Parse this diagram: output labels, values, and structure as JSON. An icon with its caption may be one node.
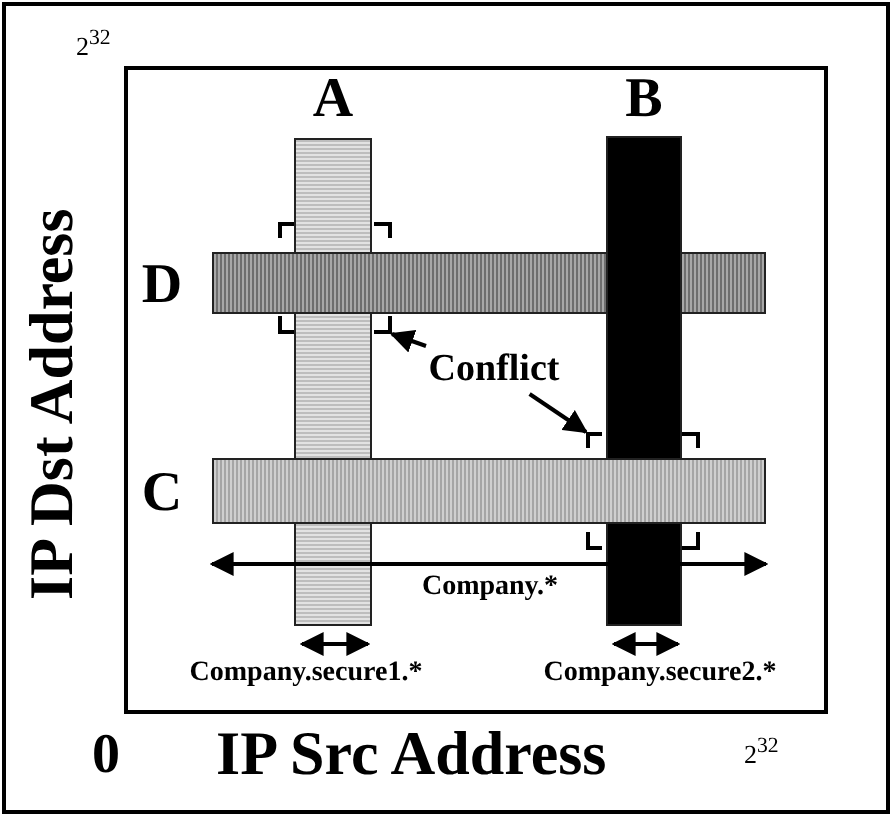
{
  "diagram": {
    "nodes": [
      {
        "text": [
          "A"
        ]
      },
      {
        "text": [
          "B"
        ]
      },
      {
        "text": [
          "D"
        ]
      },
      {
        "text": [
          "Conflict"
        ]
      },
      {
        "text": [],
        "shape": "box"
      },
      {
        "text": [],
        "shape": "box"
      },
      {
        "text": [
          "C"
        ]
      }
    ],
    "edges": [
      {
        "from": 3,
        "to": 4,
        "arrow": "to"
      },
      {
        "from": 3,
        "to": 5,
        "arrow": "to"
      }
    ],
    "labels": [
      "2$^{32}$",
      "IP Dst Address",
      "Company.*",
      "Company.secure1.*",
      "Company.secure2.*",
      "0",
      "IP Src Address",
      "2$^{32}$"
    ]
  }
}
